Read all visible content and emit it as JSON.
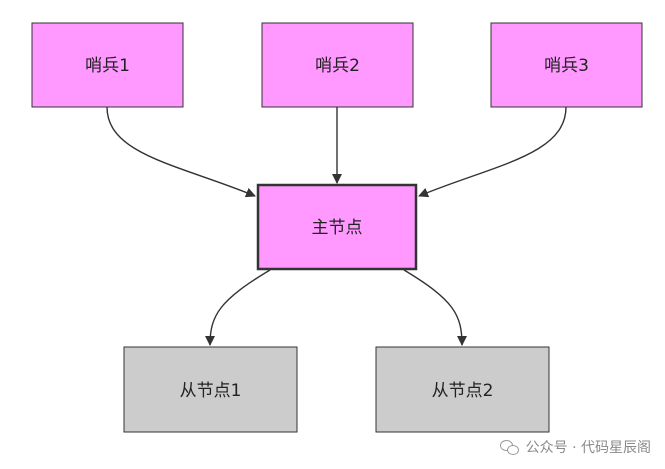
{
  "diagram": {
    "nodes": [
      {
        "id": "sentinel-1",
        "label": "哨兵1"
      },
      {
        "id": "sentinel-2",
        "label": "哨兵2"
      },
      {
        "id": "sentinel-3",
        "label": "哨兵3"
      },
      {
        "id": "master",
        "label": "主节点"
      },
      {
        "id": "replica-1",
        "label": "从节点1"
      },
      {
        "id": "replica-2",
        "label": "从节点2"
      }
    ],
    "edges": [
      {
        "from": "sentinel-1",
        "to": "master"
      },
      {
        "from": "sentinel-2",
        "to": "master"
      },
      {
        "from": "sentinel-3",
        "to": "master"
      },
      {
        "from": "master",
        "to": "replica-1"
      },
      {
        "from": "master",
        "to": "replica-2"
      }
    ],
    "colors": {
      "sentinel_fill": "#ff99ff",
      "master_fill": "#ff99ff",
      "replica_fill": "#cccccc",
      "stroke": "#333333"
    }
  },
  "watermark": {
    "text": "公众号 · 代码星辰阁",
    "icon": "wechat-icon"
  }
}
